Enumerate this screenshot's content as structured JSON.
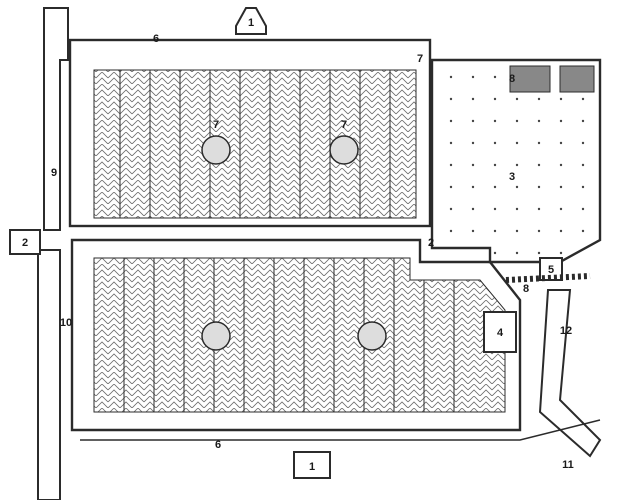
{
  "palette": {
    "ink": "#2b2b2b",
    "paper": "#ffffff",
    "hatch": "#6a6a6a"
  },
  "labels": {
    "l1_top": "1",
    "l1_bottom": "1",
    "l2_left": "2",
    "l2_mid": "2",
    "l3": "3",
    "l4": "4",
    "l5": "5",
    "l6_top": "6",
    "l6_bottom": "6",
    "l7_a": "7",
    "l7_b": "7",
    "l7_c": "7",
    "l8_a": "8",
    "l8_b": "8",
    "l9": "9",
    "l10": "10",
    "l11": "11",
    "l12": "12"
  }
}
